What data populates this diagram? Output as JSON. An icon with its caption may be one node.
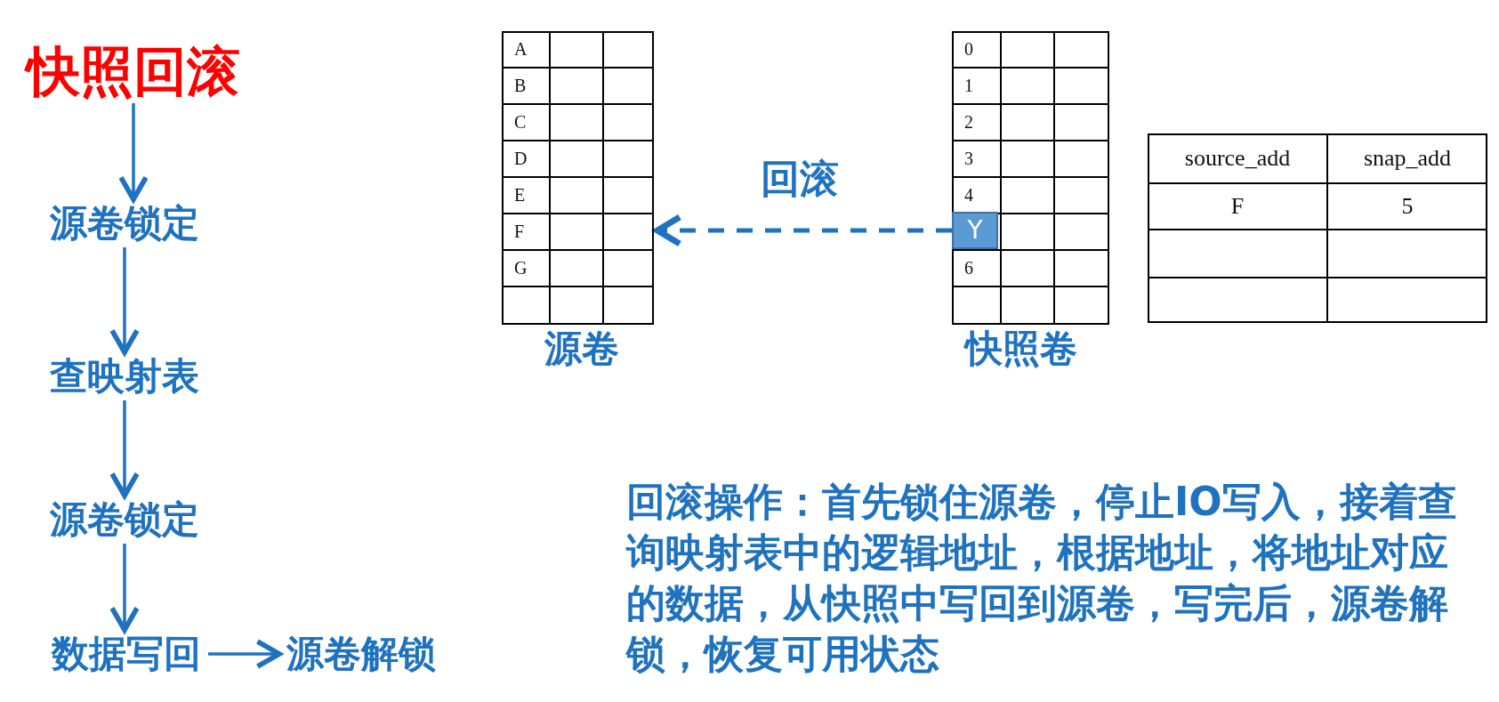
{
  "diagram": {
    "nodes": [
      {
        "text": [
          "快照回滚"
        ]
      },
      {
        "text": [
          "源卷锁定"
        ]
      },
      {
        "text": [
          "查映射表"
        ]
      },
      {
        "text": [
          "源卷锁定"
        ]
      },
      {
        "text": [
          "数据写回"
        ]
      },
      {
        "text": [
          "源卷解锁"
        ]
      },
      {
        "text": [
          "源卷"
        ]
      },
      {
        "text": [
          "快照卷"
        ]
      },
      {
        "text": [
          "Y"
        ],
        "in": 7
      }
    ],
    "edges": [
      {
        "from": 0,
        "to": 1,
        "arrow": "to"
      },
      {
        "from": 1,
        "to": 2,
        "arrow": "to"
      },
      {
        "from": 2,
        "to": 3,
        "arrow": "to"
      },
      {
        "from": 3,
        "to": 4,
        "arrow": "to"
      },
      {
        "from": 4,
        "to": 5,
        "arrow": "to"
      },
      {
        "from": 8,
        "to": 6,
        "arrow": "to",
        "style": "dashed",
        "label": "回滚"
      }
    ],
    "labels": [
      "A",
      "B",
      "C",
      "D",
      "E",
      "F",
      "G",
      "0",
      "1",
      "2",
      "3",
      "4",
      "6",
      "source_add",
      "snap_add",
      "F",
      "5",
      "回滚操作：首先锁住源卷，停止IO写入，接着查询映射表中的逻辑地址，根据地址，将地址对应的数据，从快照中写回到源卷，写完后，源卷解锁，恢复可用状态"
    ]
  }
}
